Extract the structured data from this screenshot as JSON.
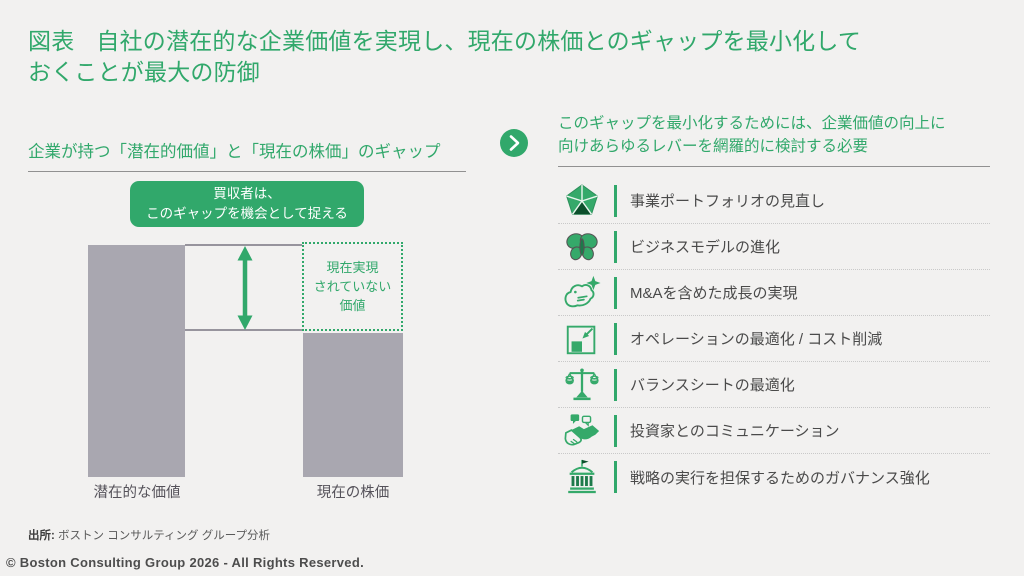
{
  "colors": {
    "green": "#31a86b",
    "dark_green": "#0f5a33",
    "bar_gray": "#a9a7b0",
    "background": "#f2f1f0",
    "text_dark": "#4a4a4a"
  },
  "header": {
    "label": "図表",
    "title_line1": "自社の潜在的な企業価値を実現し、現在の株価とのギャップを最小化して",
    "title_line2": "おくことが最大の防御"
  },
  "left_section": {
    "heading": "企業が持つ「潜在的価値」と「現在の株価」のギャップ",
    "callout_line1": "買収者は、",
    "callout_line2": "このギャップを機会として捉える",
    "gap_label_lines": [
      "現在実現",
      "されていない",
      "価値"
    ],
    "bar_label_left": "潜在的な価値",
    "bar_label_right": "現在の株価",
    "chart_data": {
      "type": "bar",
      "categories": [
        "潜在的な価値",
        "現在の株価"
      ],
      "values": [
        100,
        62
      ],
      "value_note": "conceptual relative heights, no numeric axis shown",
      "annotations": [
        "買収者は、このギャップを機会として捉える",
        "現在実現されていない価値"
      ],
      "title": "企業が持つ「潜在的価値」と「現在の株価」のギャップ",
      "xlabel": "",
      "ylabel": "",
      "grid": false,
      "legend": false
    }
  },
  "right_section": {
    "heading_line1": "このギャップを最小化するためには、企業価値の向上に",
    "heading_line2": "向けあらゆるレバーを網羅的に検討する必要",
    "levers": [
      {
        "icon": "portfolio-pentagon-icon",
        "label": "事業ポートフォリオの見直し"
      },
      {
        "icon": "butterfly-icon",
        "label": "ビジネスモデルの進化"
      },
      {
        "icon": "growth-star-icon",
        "label": "M&Aを含めた成長の実現"
      },
      {
        "icon": "shrink-square-icon",
        "label": "オペレーションの最適化 / コスト削減"
      },
      {
        "icon": "balance-scale-icon",
        "label": "バランスシートの最適化"
      },
      {
        "icon": "handshake-icon",
        "label": "投資家とのコミュニケーション"
      },
      {
        "icon": "government-building-icon",
        "label": "戦略の実行を担保するためのガバナンス強化"
      }
    ]
  },
  "footer": {
    "source_label": "出所:",
    "source_text": "ボストン コンサルティング グループ分析",
    "copyright": "© Boston Consulting Group 2026 - All Rights Reserved."
  }
}
